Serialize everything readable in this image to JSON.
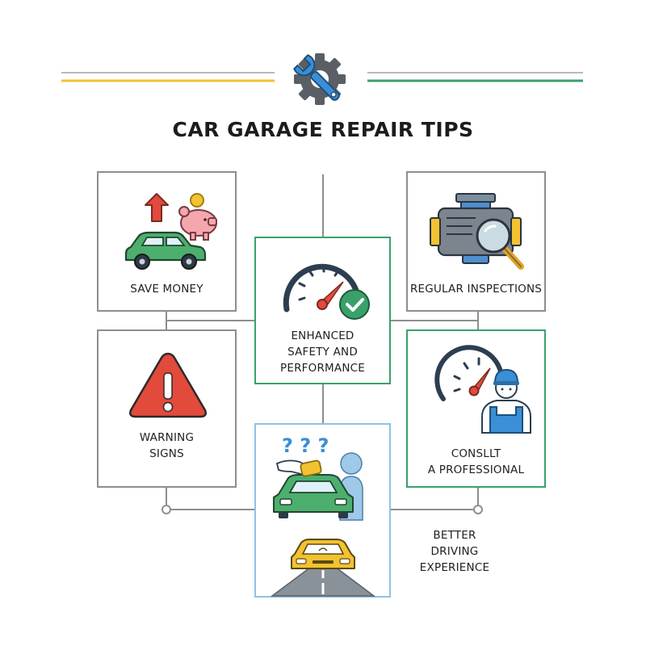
{
  "header": {
    "title": "CAR GARAGE REPAIR TIPS",
    "icon": "wrench-gear-icon"
  },
  "colors": {
    "accent_yellow": "#f2c230",
    "accent_green": "#3aa06a",
    "accent_blue": "#8cc3e6",
    "box_gray": "#8e8e8e",
    "car_green": "#4caf6e",
    "alert_red": "#e24a3b"
  },
  "cards": {
    "save_money": {
      "label": "SAVE MONEY",
      "icon": "car-piggy-bank-icon"
    },
    "regular_inspections": {
      "label": "REGULAR INSPECTIONS",
      "icon": "engine-magnifier-icon"
    },
    "enhanced_safety": {
      "line1": "ENHANCED",
      "line2": "SAFETY AND",
      "line3": "PERFORMANCE",
      "icon": "gauge-check-icon"
    },
    "warning_signs": {
      "line1": "WARNING",
      "line2": "SIGNS",
      "icon": "warning-triangle-icon"
    },
    "consult_professional": {
      "line1": "CONSLLT",
      "line2": "A PROFESSIONAL",
      "icon": "gauge-mechanic-icon"
    },
    "better_driving": {
      "line1": "BETTER",
      "line2": "DRIVING",
      "line3": "EXPERIENCE",
      "icon": "car-cleaning-road-icon",
      "marks": "? ? ?"
    }
  }
}
